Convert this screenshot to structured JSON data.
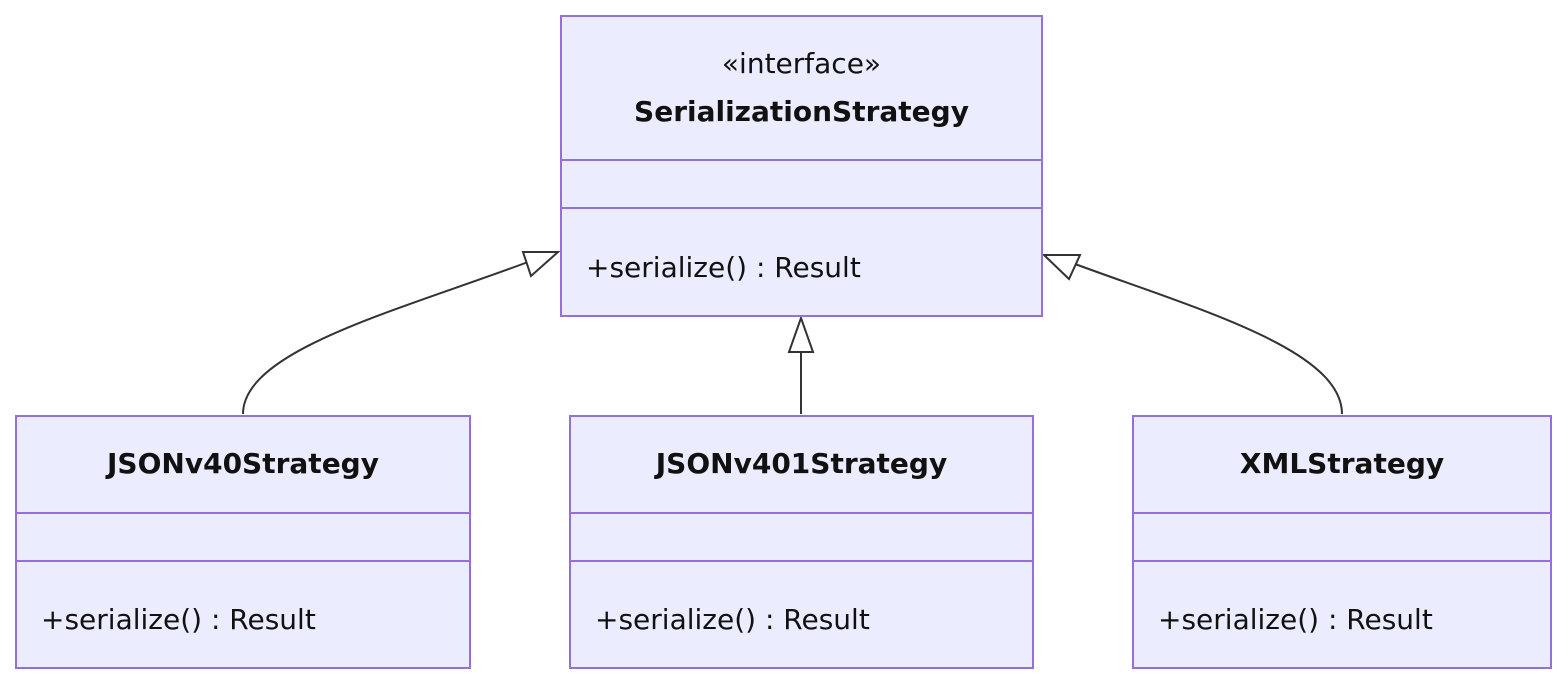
{
  "interface": {
    "stereotype": "«interface»",
    "name": "SerializationStrategy",
    "method": "+serialize() : Result"
  },
  "classes": [
    {
      "name": "JSONv40Strategy",
      "method": "+serialize() : Result"
    },
    {
      "name": "JSONv401Strategy",
      "method": "+serialize() : Result"
    },
    {
      "name": "XMLStrategy",
      "method": "+serialize() : Result"
    }
  ],
  "colors": {
    "fill": "#ECECFF",
    "stroke": "#9370DB",
    "line": "#333333"
  }
}
